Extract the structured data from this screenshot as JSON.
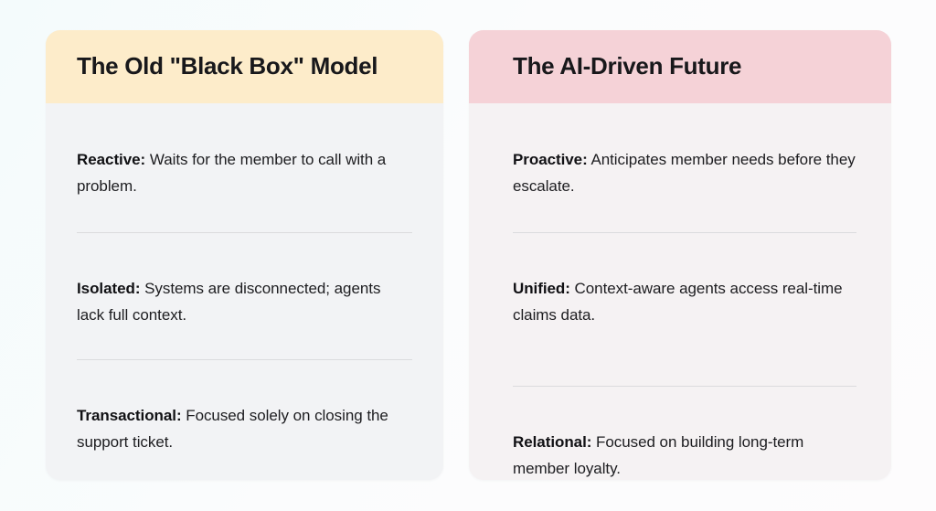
{
  "page": {
    "background_color": "#f8fcfd"
  },
  "cards": [
    {
      "id": "old-black-box-model",
      "title": "The Old \"Black Box\" Model",
      "header_color": "#fdecca",
      "body_color": "#f2f3f5",
      "items": [
        {
          "term": "Reactive:",
          "text": " Waits for the member to call with a problem."
        },
        {
          "term": "Isolated:",
          "text": " Systems are disconnected; agents lack full context."
        },
        {
          "term": "Transactional:",
          "text": " Focused solely on closing the support ticket."
        }
      ]
    },
    {
      "id": "ai-driven-future",
      "title": "The AI-Driven Future",
      "header_color": "#f5d2d7",
      "body_color": "#f5f2f3",
      "items": [
        {
          "term": "Proactive:",
          "text": " Anticipates member needs before they escalate."
        },
        {
          "term": "Unified:",
          "text": " Context-aware agents access real-time claims data."
        },
        {
          "term": "Relational:",
          "text": " Focused on building long-term member loyalty."
        }
      ]
    }
  ]
}
